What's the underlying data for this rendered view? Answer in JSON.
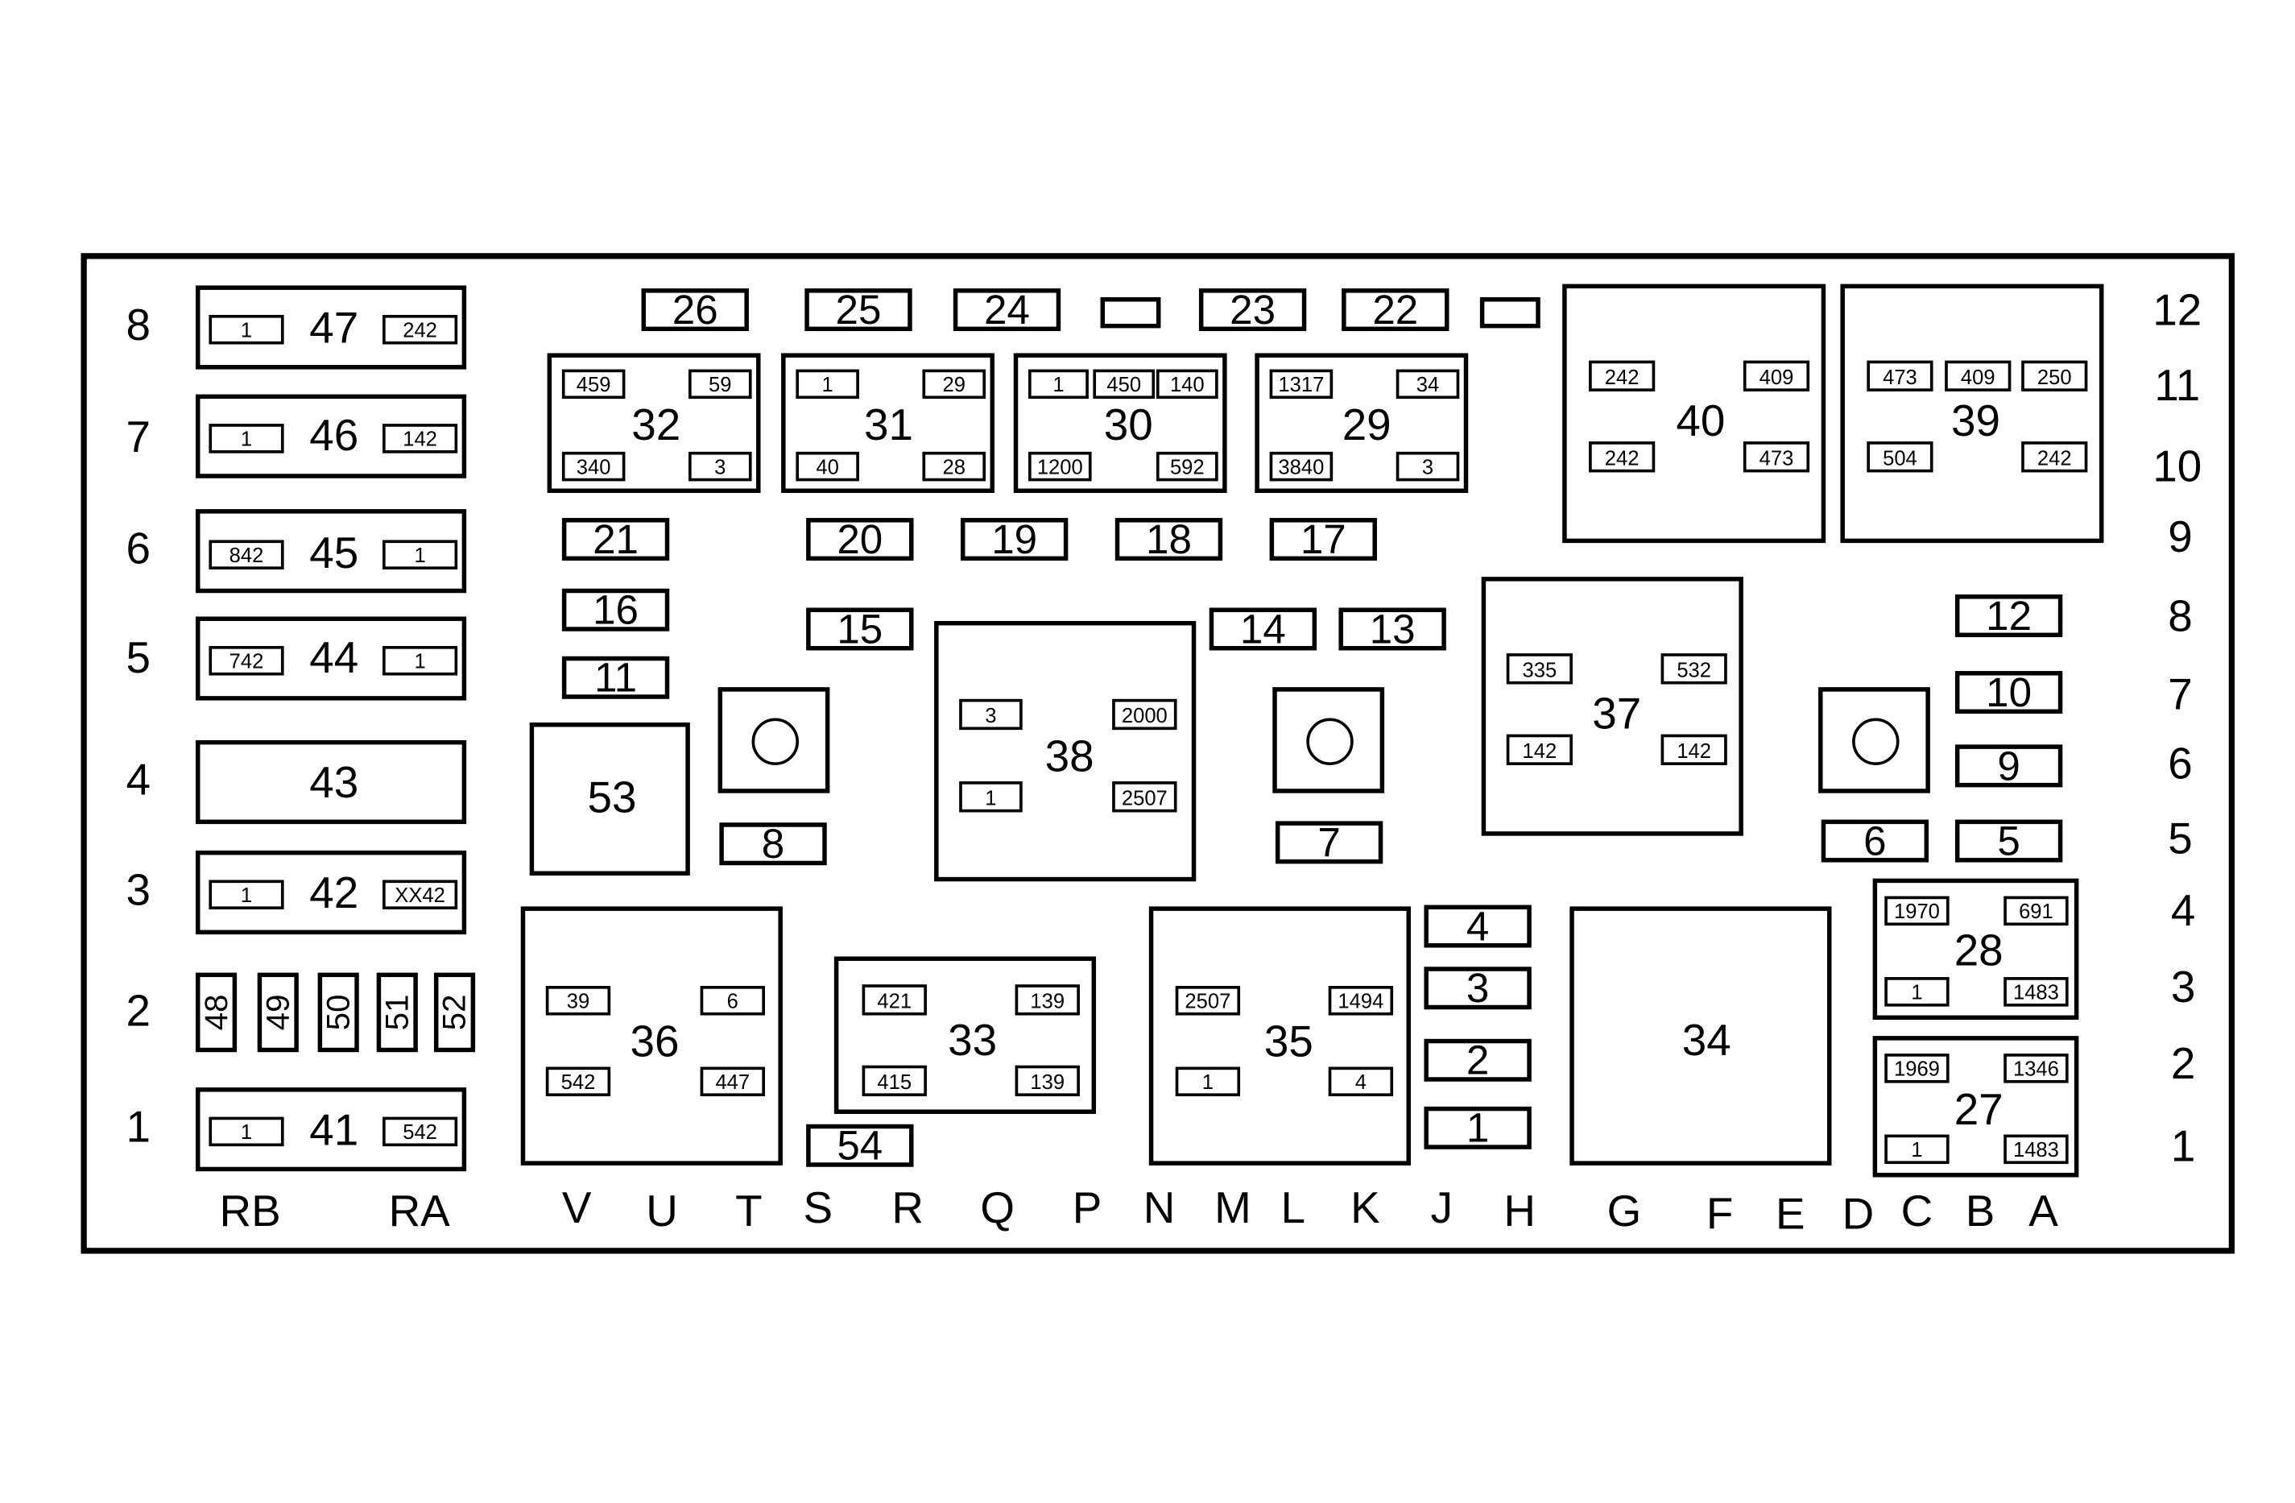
{
  "rows_left": [
    "8",
    "7",
    "6",
    "5",
    "4",
    "3",
    "2",
    "1"
  ],
  "rows_right": [
    "12",
    "11",
    "10",
    "9",
    "8",
    "7",
    "6",
    "5",
    "4",
    "3",
    "2",
    "1"
  ],
  "columns": [
    "RB",
    "RA",
    "V",
    "U",
    "T",
    "S",
    "R",
    "Q",
    "P",
    "N",
    "M",
    "L",
    "K",
    "J",
    "H",
    "G",
    "F",
    "E",
    "D",
    "C",
    "B",
    "A"
  ],
  "left_relays": [
    {
      "id": "47",
      "left": "1",
      "right": "242"
    },
    {
      "id": "46",
      "left": "1",
      "right": "142"
    },
    {
      "id": "45",
      "left": "842",
      "right": "1"
    },
    {
      "id": "44",
      "left": "742",
      "right": "1"
    },
    {
      "id": "43"
    },
    {
      "id": "42",
      "left": "1",
      "right": "XX42"
    },
    {
      "id": "41",
      "left": "1",
      "right": "542"
    }
  ],
  "vertical_fuses": [
    "48",
    "49",
    "50",
    "51",
    "52"
  ],
  "fuses": [
    "26",
    "25",
    "24",
    "23",
    "22",
    "21",
    "20",
    "19",
    "18",
    "17",
    "16",
    "15",
    "14",
    "13",
    "12",
    "11",
    "10",
    "9",
    "8",
    "7",
    "6",
    "5",
    "4",
    "3",
    "2",
    "1",
    "54"
  ],
  "relays_4pin": [
    {
      "id": "32",
      "tl": "459",
      "tr": "59",
      "bl": "340",
      "br": "3"
    },
    {
      "id": "31",
      "tl": "1",
      "tr": "29",
      "bl": "40",
      "br": "28"
    },
    {
      "id": "30",
      "tl": "1",
      "tm": "450",
      "tr": "140",
      "bl": "1200",
      "br": "592"
    },
    {
      "id": "29",
      "tl": "1317",
      "tr": "34",
      "bl": "3840",
      "br": "3"
    },
    {
      "id": "40",
      "tl": "242",
      "tr": "409",
      "bl": "242",
      "br": "473"
    },
    {
      "id": "39",
      "tl": "473",
      "tm": "409",
      "tr": "250",
      "bl": "504",
      "br": "242"
    },
    {
      "id": "38",
      "tl": "3",
      "tr": "2000",
      "bl": "1",
      "br": "2507"
    },
    {
      "id": "37",
      "tl": "335",
      "tr": "532",
      "bl": "142",
      "br": "142"
    },
    {
      "id": "36",
      "tl": "39",
      "tr": "6",
      "bl": "542",
      "br": "447"
    },
    {
      "id": "33",
      "tl": "421",
      "tr": "139",
      "bl": "415",
      "br": "139"
    },
    {
      "id": "35",
      "tl": "2507",
      "tr": "1494",
      "bl": "1",
      "br": "4"
    },
    {
      "id": "28",
      "tl": "1970",
      "tr": "691",
      "bl": "1",
      "br": "1483"
    },
    {
      "id": "27",
      "tl": "1969",
      "tr": "1346",
      "bl": "1",
      "br": "1483"
    }
  ],
  "plain_blocks": [
    "53",
    "34"
  ]
}
